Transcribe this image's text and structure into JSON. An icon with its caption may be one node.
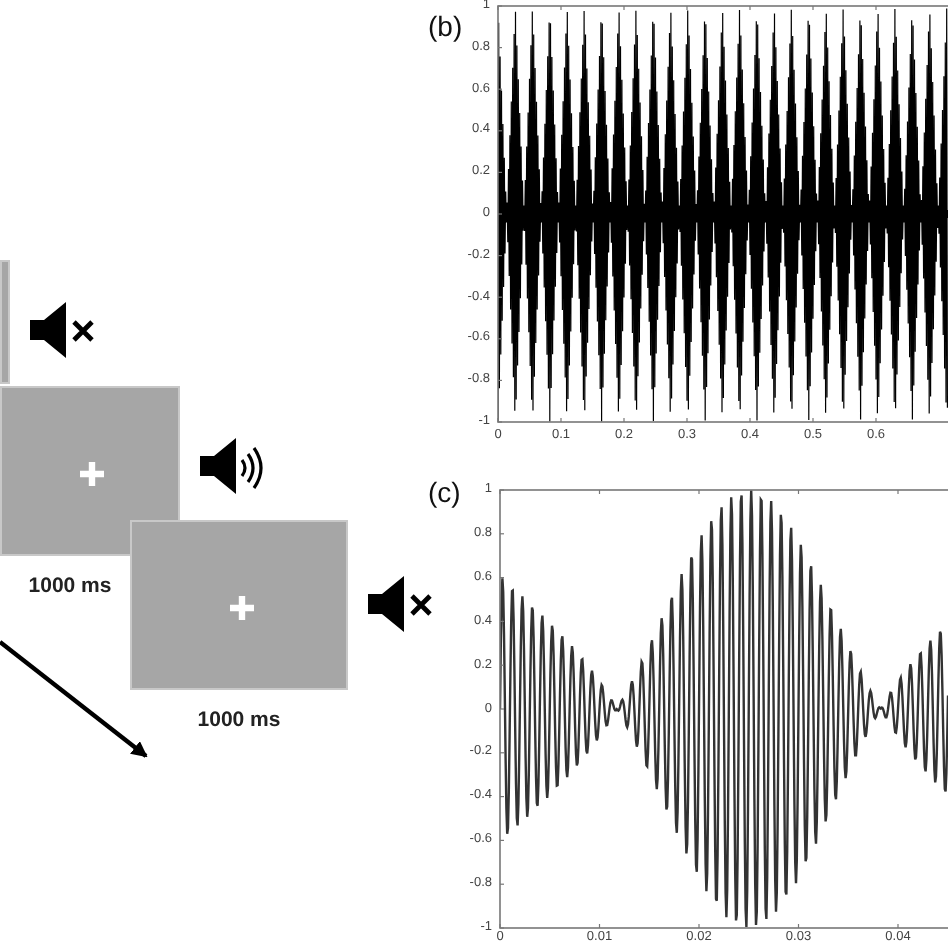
{
  "diagram": {
    "nodes": [
      {
        "text": [],
        "shape": "box"
      },
      {
        "text": [],
        "shape": "box",
        "beside": [
          "1000 ms"
        ]
      },
      {
        "text": [],
        "shape": "box",
        "beside": [
          "1000 ms"
        ]
      }
    ],
    "edges": [],
    "labels": [
      "(b)",
      "1",
      "0.8",
      "0.6",
      "0.4",
      "0.2",
      "0",
      "-0.2",
      "-0.4",
      "-0.6",
      "-0.8",
      "-1",
      "0",
      "0.1",
      "0.2",
      "0.3",
      "0.4",
      "0.5",
      "0.6",
      "(c)",
      "1",
      "0.8",
      "0.6",
      "0.4",
      "0.2",
      "0",
      "-0.2",
      "-0.4",
      "-0.6",
      "-0.8",
      "-1",
      "0",
      "0.01",
      "0.02",
      "0.03",
      "0.04"
    ]
  }
}
